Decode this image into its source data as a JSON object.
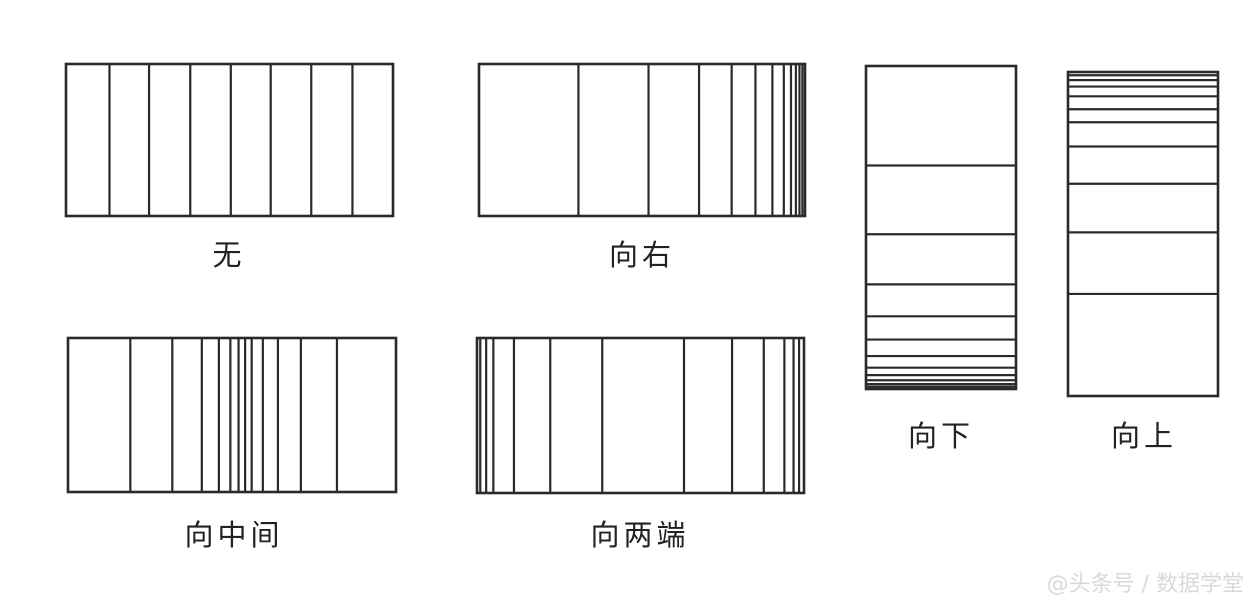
{
  "colors": {
    "stroke": "#2a2a2a",
    "background": "#ffffff",
    "text": "#222222",
    "watermark": "#d9d9d9"
  },
  "diagrams": [
    {
      "id": "none",
      "label": "无",
      "orientation": "vertical",
      "divisions": [
        0.133,
        0.254,
        0.38,
        0.504,
        0.626,
        0.75,
        0.876
      ]
    },
    {
      "id": "right",
      "label": "向右",
      "orientation": "vertical",
      "divisions": [
        0.305,
        0.52,
        0.675,
        0.775,
        0.848,
        0.9,
        0.935,
        0.957,
        0.972,
        0.983,
        0.992
      ]
    },
    {
      "id": "middle",
      "label": "向中间",
      "orientation": "vertical",
      "divisions": [
        0.19,
        0.318,
        0.408,
        0.46,
        0.495,
        0.52,
        0.54,
        0.56,
        0.594,
        0.64,
        0.71,
        0.82
      ]
    },
    {
      "id": "ends",
      "label": "向两端",
      "orientation": "vertical",
      "divisions": [
        0.01,
        0.028,
        0.05,
        0.113,
        0.224,
        0.383,
        0.633,
        0.78,
        0.877,
        0.94,
        0.968,
        0.985
      ]
    },
    {
      "id": "down",
      "label": "向下",
      "orientation": "horizontal",
      "divisions": [
        0.308,
        0.521,
        0.676,
        0.775,
        0.847,
        0.898,
        0.934,
        0.957,
        0.973,
        0.985,
        0.993
      ]
    },
    {
      "id": "up",
      "label": "向上",
      "orientation": "horizontal",
      "divisions": [
        0.01,
        0.025,
        0.045,
        0.075,
        0.115,
        0.155,
        0.23,
        0.345,
        0.495,
        0.685
      ]
    }
  ],
  "watermark": "@头条号 / 数据学堂"
}
